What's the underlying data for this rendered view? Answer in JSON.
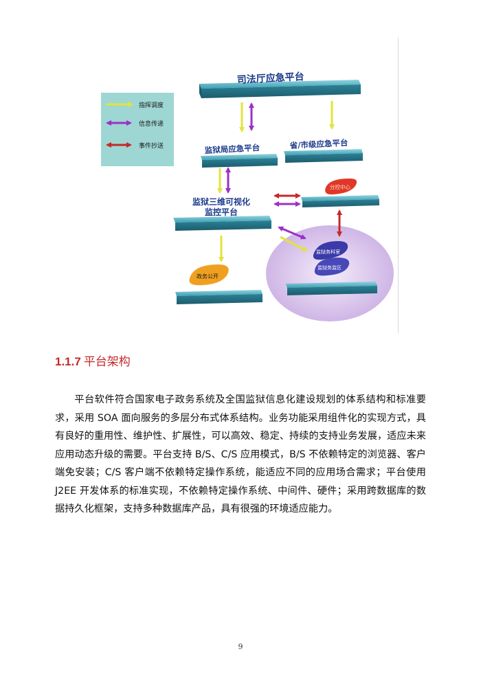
{
  "diagram": {
    "legend": [
      {
        "label": "指挥调度",
        "color": "#e3e33a"
      },
      {
        "label": "信息传递",
        "color": "#9b30c8"
      },
      {
        "label": "事件抄送",
        "color": "#c62828"
      }
    ],
    "nodes": {
      "judicial": "司法厅应急平台",
      "prison_bureau": "监狱局应急平台",
      "provincial": "省/市级应急平台",
      "visual_line1": "监狱三维可视化",
      "visual_line2": "监控平台",
      "dispatch_center": "分控中心",
      "gov_public": "政务公开",
      "prison_affairs": "监狱务科室",
      "prison_area": "监狱务监区"
    },
    "colors": {
      "slab_top": "#5fb8c8",
      "slab_side": "#2c7f92",
      "legend_bg": "#9ed6d4",
      "orange_tag": "#f0a020",
      "red_tag": "#e03828",
      "blue_tag": "#3a3aa8",
      "ellipse": "#dcc8ec"
    }
  },
  "section": {
    "number": "1.1.7",
    "title": "平台架构"
  },
  "body_text": "平台软件符合国家电子政务系统及全国监狱信息化建设规划的体系结构和标准要求，采用 SOA 面向服务的多层分布式体系结构。业务功能采用组件化的实现方式，具有良好的重用性、维护性、扩展性，可以高效、稳定、持续的支持业务发展，适应未来应用动态升级的需要。平台支持 B/S、C/S 应用模式，B/S 不依赖特定的浏览器、客户端免安装；C/S 客户端不依赖特定操作系统，能适应不同的应用场合需求；平台使用 J2EE 开发体系的标准实现，不依赖特定操作系统、中间件、硬件；采用跨数据库的数据持久化框架，支持多种数据库产品，具有很强的环境适应能力。",
  "page_number": "9"
}
